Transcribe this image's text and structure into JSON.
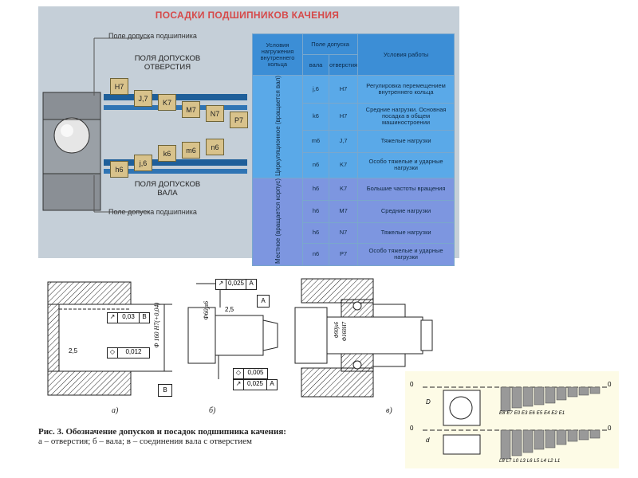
{
  "top_panel": {
    "title": "ПОСАДКИ ПОДШИПНИКОВ КАЧЕНИЯ",
    "label_bearing_tol_top": "Поле допуска подшипника",
    "hole_fields_caption_1": "ПОЛЯ ДОПУСКОВ",
    "hole_fields_caption_2": "ОТВЕРСТИЯ",
    "shaft_fields_caption_1": "ПОЛЯ ДОПУСКОВ",
    "shaft_fields_caption_2": "ВАЛА",
    "label_bearing_tol_bottom": "Поле допуска подшипника",
    "hole_boxes": [
      "H7",
      "J,7",
      "K7",
      "M7",
      "N7",
      "P7"
    ],
    "shaft_boxes": [
      "h6",
      "j,6",
      "k6",
      "m6",
      "n6"
    ]
  },
  "table": {
    "header_conditions": "Условия нагружения внутреннего кольца",
    "header_tolerance": "Поле допуска",
    "header_shaft": "вала",
    "header_hole": "отверстия",
    "header_work": "Условия работы",
    "group1": "Циркуляционное (вращается вал)",
    "group2": "Местное (вращается корпус)",
    "rows": [
      {
        "shaft": "j,6",
        "hole": "H7",
        "work": "Регулировка перемещением внутреннего кольца"
      },
      {
        "shaft": "k6",
        "hole": "H7",
        "work": "Средние нагрузки. Основная посадка в общем машиностроении"
      },
      {
        "shaft": "m6",
        "hole": "J,7",
        "work": "Тяжелые нагрузки"
      },
      {
        "shaft": "n6",
        "hole": "K7",
        "work": "Особо тяжелые и ударные нагрузки"
      },
      {
        "shaft": "h6",
        "hole": "K7",
        "work": "Большие частоты вращения"
      },
      {
        "shaft": "h6",
        "hole": "M7",
        "work": "Средние нагрузки"
      },
      {
        "shaft": "h6",
        "hole": "N7",
        "work": "Тяжелые нагрузки"
      },
      {
        "shaft": "n6",
        "hole": "P7",
        "work": "Особо тяжелые и ударные нагрузки"
      }
    ]
  },
  "drawing_a": {
    "frame1_value": "0,03",
    "frame1_datum": "B",
    "frame2_value": "0,012",
    "dim_diameter": "Φ 160 H7(+0,04)",
    "roughness": "2,5",
    "datum_label": "B",
    "letter": "а)"
  },
  "drawing_b": {
    "top_frame_value": "0,025",
    "top_frame_datum": "A",
    "diameter": "Φ60js6",
    "roughness": "2,5",
    "datum_label": "A",
    "frame_round_value": "0,005",
    "frame_runout_value": "0,025",
    "frame_runout_datum": "A",
    "letter": "б)"
  },
  "drawing_v": {
    "dim1": "Φ90js6",
    "dim2": "Φ160H7",
    "letter": "в)"
  },
  "caption": {
    "line1": "Рис. 3. Обозначение допусков и посадок подшипника качения:",
    "line2": "а – отверстия; б – вала; в – соединения вала с отверстием"
  },
  "right_panel": {
    "zero_top_left": "0",
    "zero_top_right": "0",
    "zero_bottom_left": "0",
    "zero_bottom_right": "0",
    "label_D": "D",
    "label_d": "d",
    "upper_labels": [
      "E8",
      "E7",
      "E0",
      "E3",
      "E6",
      "E5",
      "E4",
      "E2",
      "E1"
    ],
    "lower_labels": [
      "L8",
      "L7",
      "L0",
      "L3",
      "L6",
      "L5",
      "L4",
      "L2",
      "L1"
    ]
  },
  "colors": {
    "panel_bg": "#c5cfd8",
    "title_red": "#d64a4a",
    "bar_blue": "#1f5f9a",
    "box_tan": "#d8c28b",
    "table_header": "#3c8ed6",
    "table_group1": "#5aa9e8",
    "table_group2": "#7d96e0"
  }
}
